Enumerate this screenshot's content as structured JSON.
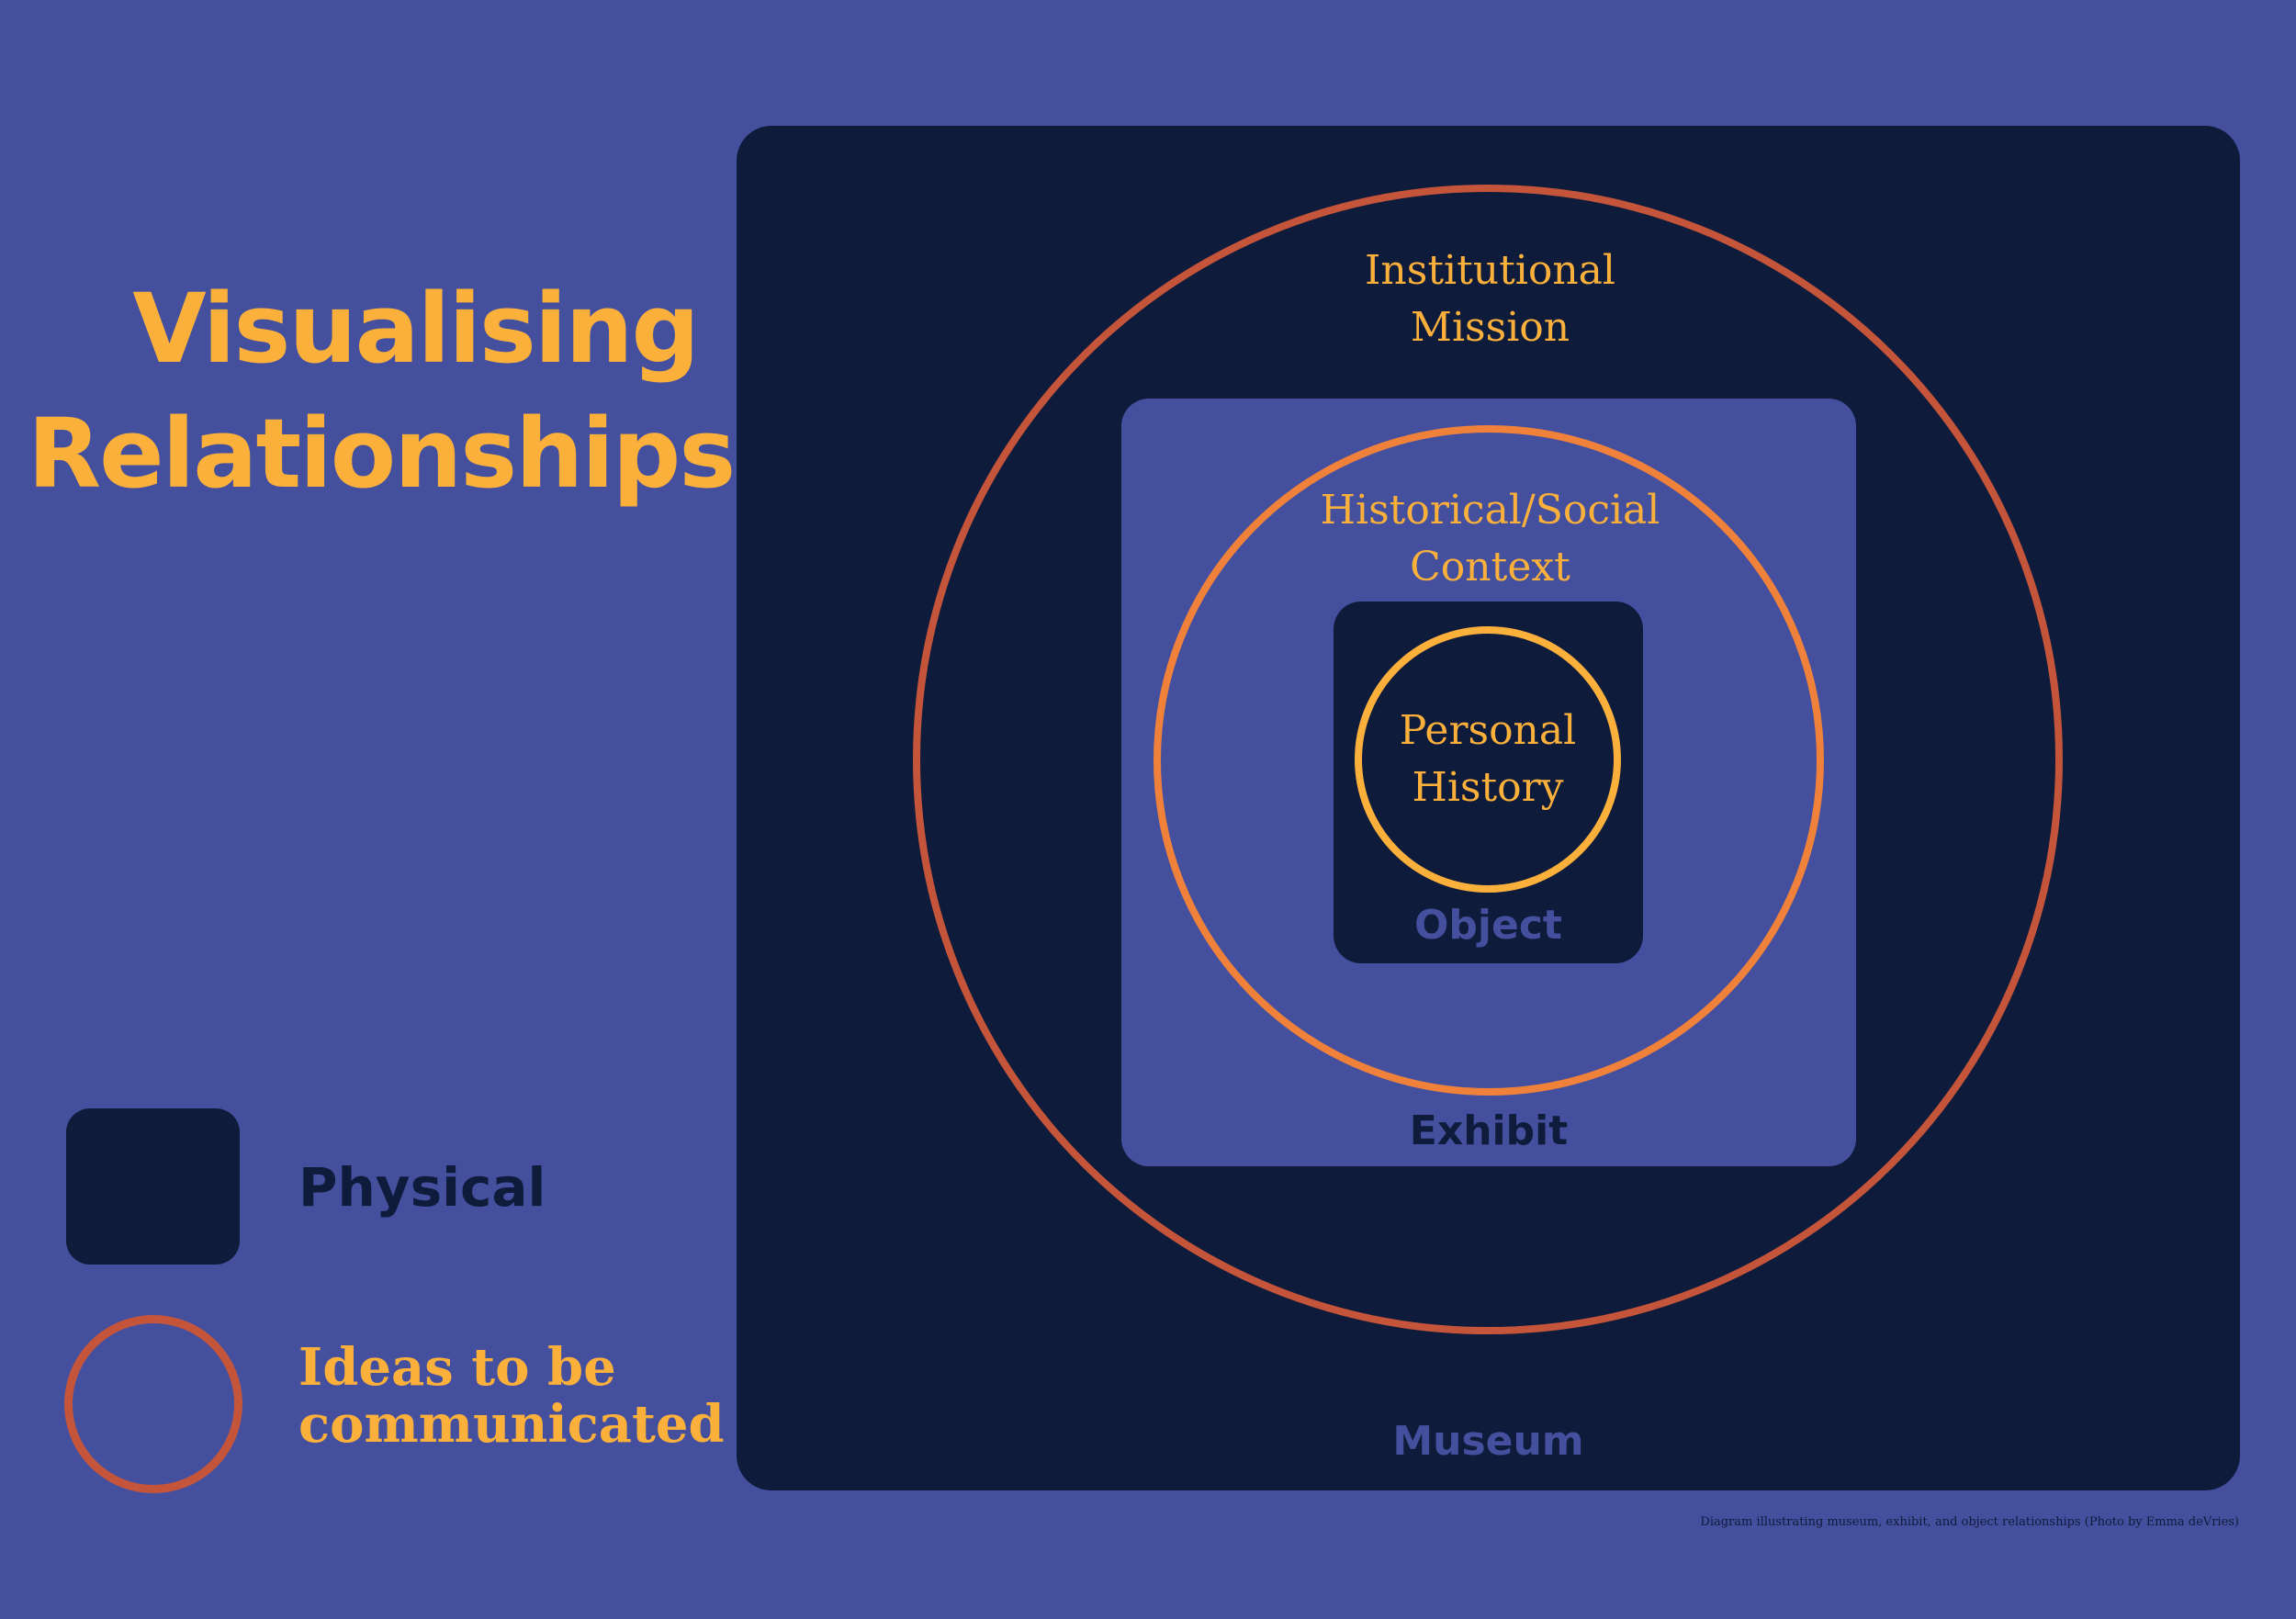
{
  "title": {
    "line1": "Visualising",
    "line2": "Relationships"
  },
  "legend": {
    "physical_label": "Physical",
    "ideas_label_line1": "Ideas to be",
    "ideas_label_line2": "communicated"
  },
  "diagram": {
    "museum_label": "Museum",
    "exhibit_label": "Exhibit",
    "object_label": "Object",
    "institutional_line1": "Institutional",
    "institutional_line2": "Mission",
    "historical_line1": "Historical/Social",
    "historical_line2": "Context",
    "personal_line1": "Personal",
    "personal_line2": "History"
  },
  "caption": "Diagram illustrating museum, exhibit, and object relationships (Photo by Emma deVries)",
  "colors": {
    "background": "#44509e",
    "physical_fill": "#0e1b3b",
    "accent_yellow": "#fbb03b",
    "ring_institutional": "#c5553a",
    "ring_historical": "#f0813a",
    "ring_personal": "#fbb03b"
  }
}
